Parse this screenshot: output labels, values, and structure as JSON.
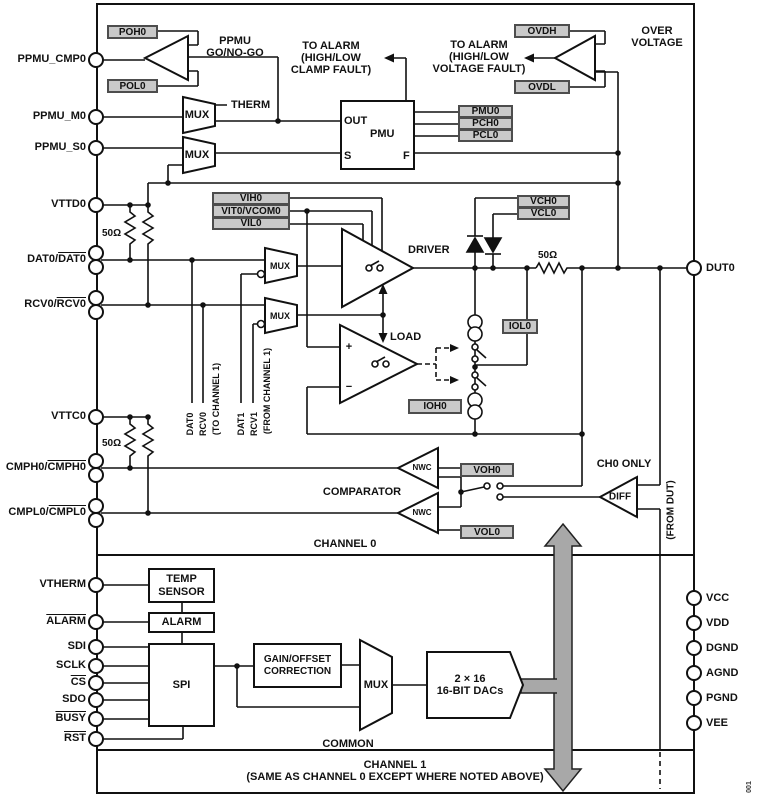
{
  "colors": {
    "label_box_fill": "#c9c9c9",
    "bus_fill": "#a8a8a8",
    "line": "#111111"
  },
  "pins_left": {
    "ppmu_cmp0": "PPMU_CMP0",
    "ppmu_m0": "PPMU_M0",
    "ppmu_s0": "PPMU_S0",
    "vttd0": "VTTD0",
    "dat0_base": "DAT0/",
    "dat0_ovl": "DAT0",
    "rcv0_base": "RCV0/",
    "rcv0_ovl": "RCV0",
    "vttc0": "VTTC0",
    "cmph0_base": "CMPH0/",
    "cmph0_ovl": "CMPH0",
    "cmpl0_base": "CMPL0/",
    "cmpl0_ovl": "CMPL0",
    "vtherm": "VTHERM",
    "alarm_ovl": "ALARM",
    "sdi": "SDI",
    "sclk": "SCLK",
    "cs_ovl": "CS",
    "sdo": "SDO",
    "busy_ovl": "BUSY",
    "rst_ovl": "RST"
  },
  "pins_right": {
    "dut0": "DUT0",
    "vcc": "VCC",
    "vdd": "VDD",
    "dgnd": "DGND",
    "agnd": "AGND",
    "pgnd": "PGND",
    "vee": "VEE"
  },
  "registers": {
    "poh0": "POH0",
    "pol0": "POL0",
    "pmu0": "PMU0",
    "pch0": "PCH0",
    "pcl0": "PCL0",
    "ovdh": "OVDH",
    "ovdl": "OVDL",
    "vih0": "VIH0",
    "vit0": "VIT0/VCOM0",
    "vil0": "VIL0",
    "vch0": "VCH0",
    "vcl0": "VCL0",
    "iol0": "IOL0",
    "ioh0": "IOH0",
    "voh0": "VOH0",
    "vol0": "VOL0"
  },
  "blocks": {
    "mux": "MUX",
    "pmu": "PMU",
    "pmu_out": "OUT",
    "pmu_s": "S",
    "pmu_f": "F",
    "therm": "THERM",
    "driver": "DRIVER",
    "load": "LOAD",
    "comparator": "COMPARATOR",
    "nwc": "NWC",
    "diff": "DIFF",
    "spi": "SPI",
    "temp_sensor_1": "TEMP",
    "temp_sensor_2": "SENSOR",
    "alarm": "ALARM",
    "gain_1": "GAIN/OFFSET",
    "gain_2": "CORRECTION",
    "dacs_1": "2 × 16",
    "dacs_2": "16-BIT DACs",
    "plus": "+",
    "minus": "−"
  },
  "annotations": {
    "ppmu_gonogo_1": "PPMU",
    "ppmu_gonogo_2": "GO/NO-GO",
    "alarm_clamp_1": "TO ALARM",
    "alarm_clamp_2": "(HIGH/LOW",
    "alarm_clamp_3": "CLAMP FAULT)",
    "alarm_volt_1": "TO ALARM",
    "alarm_volt_2": "(HIGH/LOW",
    "alarm_volt_3": "VOLTAGE FAULT)",
    "over_voltage_1": "OVER",
    "over_voltage_2": "VOLTAGE",
    "r50": "50Ω",
    "ch0_only": "CH0 ONLY",
    "from_dut": "(FROM DUT)",
    "dat0": "DAT0",
    "rcv0": "RCV0",
    "to_ch1": "(TO CHANNEL 1)",
    "dat1": "DAT1",
    "rcv1": "RCV1",
    "from_ch1": "(FROM CHANNEL 1)",
    "figure": "001"
  },
  "sections": {
    "channel0": "CHANNEL 0",
    "common": "COMMON",
    "channel1_1": "CHANNEL 1",
    "channel1_2": "(SAME AS CHANNEL 0 EXCEPT WHERE NOTED ABOVE)"
  }
}
